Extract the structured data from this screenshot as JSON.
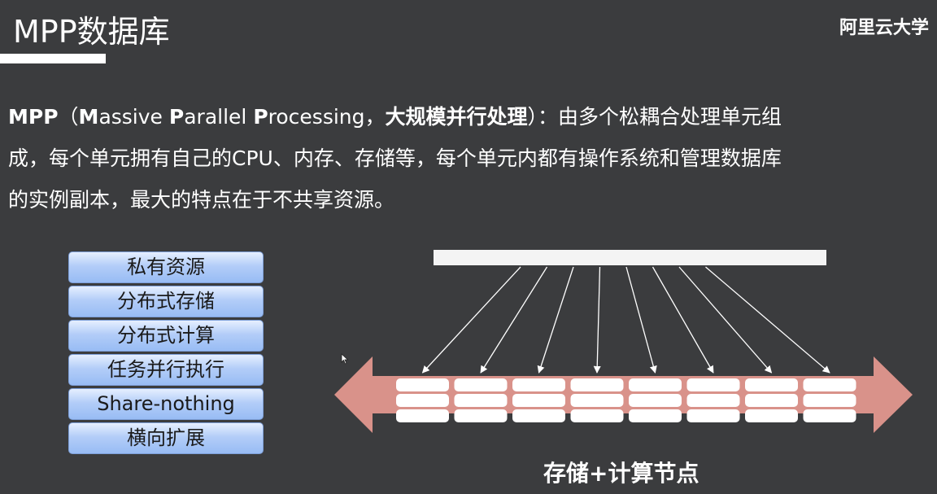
{
  "header": {
    "title": "MPP数据库",
    "brand": "阿里云大学"
  },
  "intro": {
    "term_bold": "MPP",
    "open_paren": "（",
    "letter_m": "M",
    "word_m": "assive ",
    "letter_p1": "P",
    "word_p1": "arallel ",
    "letter_p2": "P",
    "word_p2": "rocessing，",
    "chinese_bold": "大规模并行处理",
    "after_paren": "）：由多个松耦合处理单元组",
    "line2": "成，每个单元拥有自己的CPU、内存、存储等，每个单元内都有操作系统和管理数据库",
    "line3": "的实例副本，最大的特点在于不共享资源。"
  },
  "features": [
    "私有资源",
    "分布式存储",
    "分布式计算",
    "任务并行执行",
    "Share-nothing",
    "横向扩展"
  ],
  "diagram": {
    "label": "存储+计算节点",
    "node_count": 8,
    "arrow_color": "#d9928a",
    "node_color": "#ffffff",
    "bar_color": "#f4f4f4"
  }
}
